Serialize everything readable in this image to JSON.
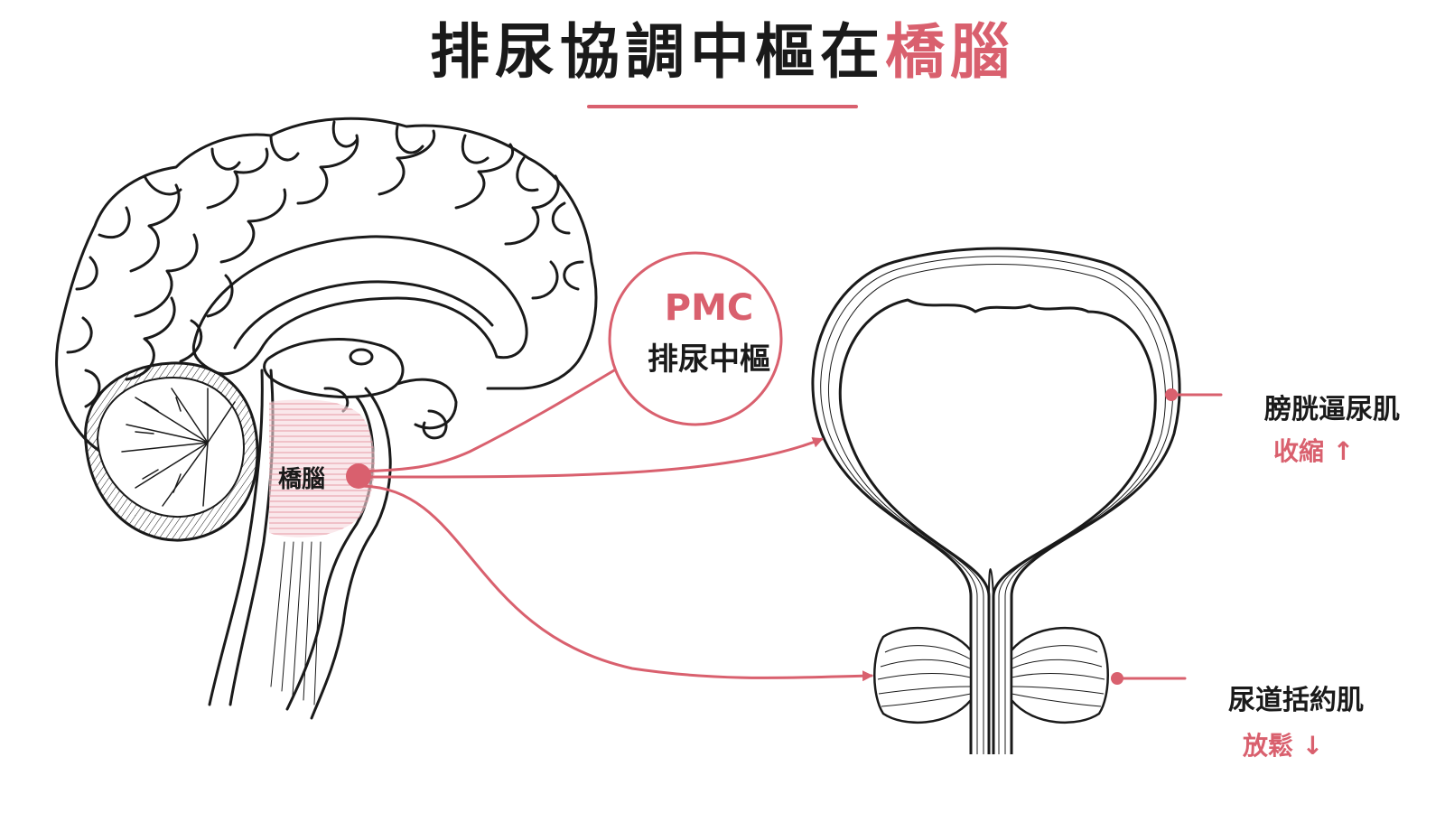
{
  "title": {
    "main": "排尿協調中樞在",
    "highlight": "橋腦"
  },
  "pmc": {
    "abbr": "PMC",
    "name": "排尿中樞"
  },
  "pons": {
    "label": "橋腦"
  },
  "detrusor": {
    "name": "膀胱逼尿肌",
    "state": "收縮 ↑"
  },
  "sphincter": {
    "name": "尿道括約肌",
    "state": "放鬆 ↓"
  },
  "colors": {
    "accent": "#d9606e",
    "line": "#1a1a1a",
    "pons_fill": "#f7d9dd"
  }
}
